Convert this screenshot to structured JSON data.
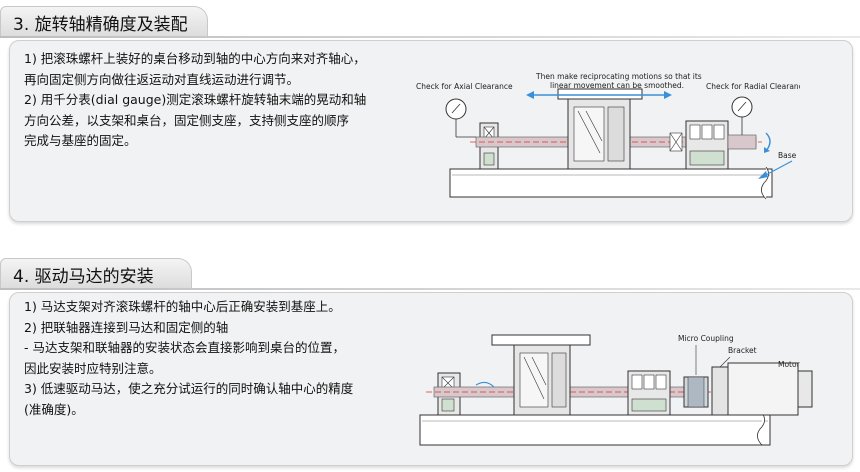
{
  "section1": {
    "title": "3. 旋转轴精确度及装配",
    "lines": [
      "1) 把滚珠螺杆上装好的桌台移动到轴的中心方向来对齐轴心，",
      "    再向固定侧方向做往返运动对直线运动进行调节。",
      "2) 用千分表(dial gauge)测定滚珠螺杆旋转轴末端的晃动和轴",
      "    方向公差，以支架和桌台，固定侧支座，支持侧支座的顺序",
      "    完成与基座的固定。"
    ],
    "figure": {
      "label_axial": "Check for Axial Clearance",
      "label_motion_1": "Then make reciprocating motions so that its",
      "label_motion_2": "linear movement can be smoothed.",
      "label_radial": "Check for Radial Clearance",
      "label_base": "Base"
    }
  },
  "section2": {
    "title": "4. 驱动马达的安装",
    "lines": [
      "1) 马达支架对齐滚珠螺杆的轴中心后正确安装到基座上。",
      "2) 把联轴器连接到马达和固定侧的轴",
      "  - 马达支架和联轴器的安装状态会直接影响到桌台的位置，",
      "     因此安装时应特别注意。",
      "3) 低速驱动马达，使之充分试运行的同时确认轴中心的精度",
      "    (准确度)。"
    ],
    "figure": {
      "label_coupling": "Micro Coupling",
      "label_bracket": "Bracket",
      "label_motor": "Motor"
    }
  }
}
